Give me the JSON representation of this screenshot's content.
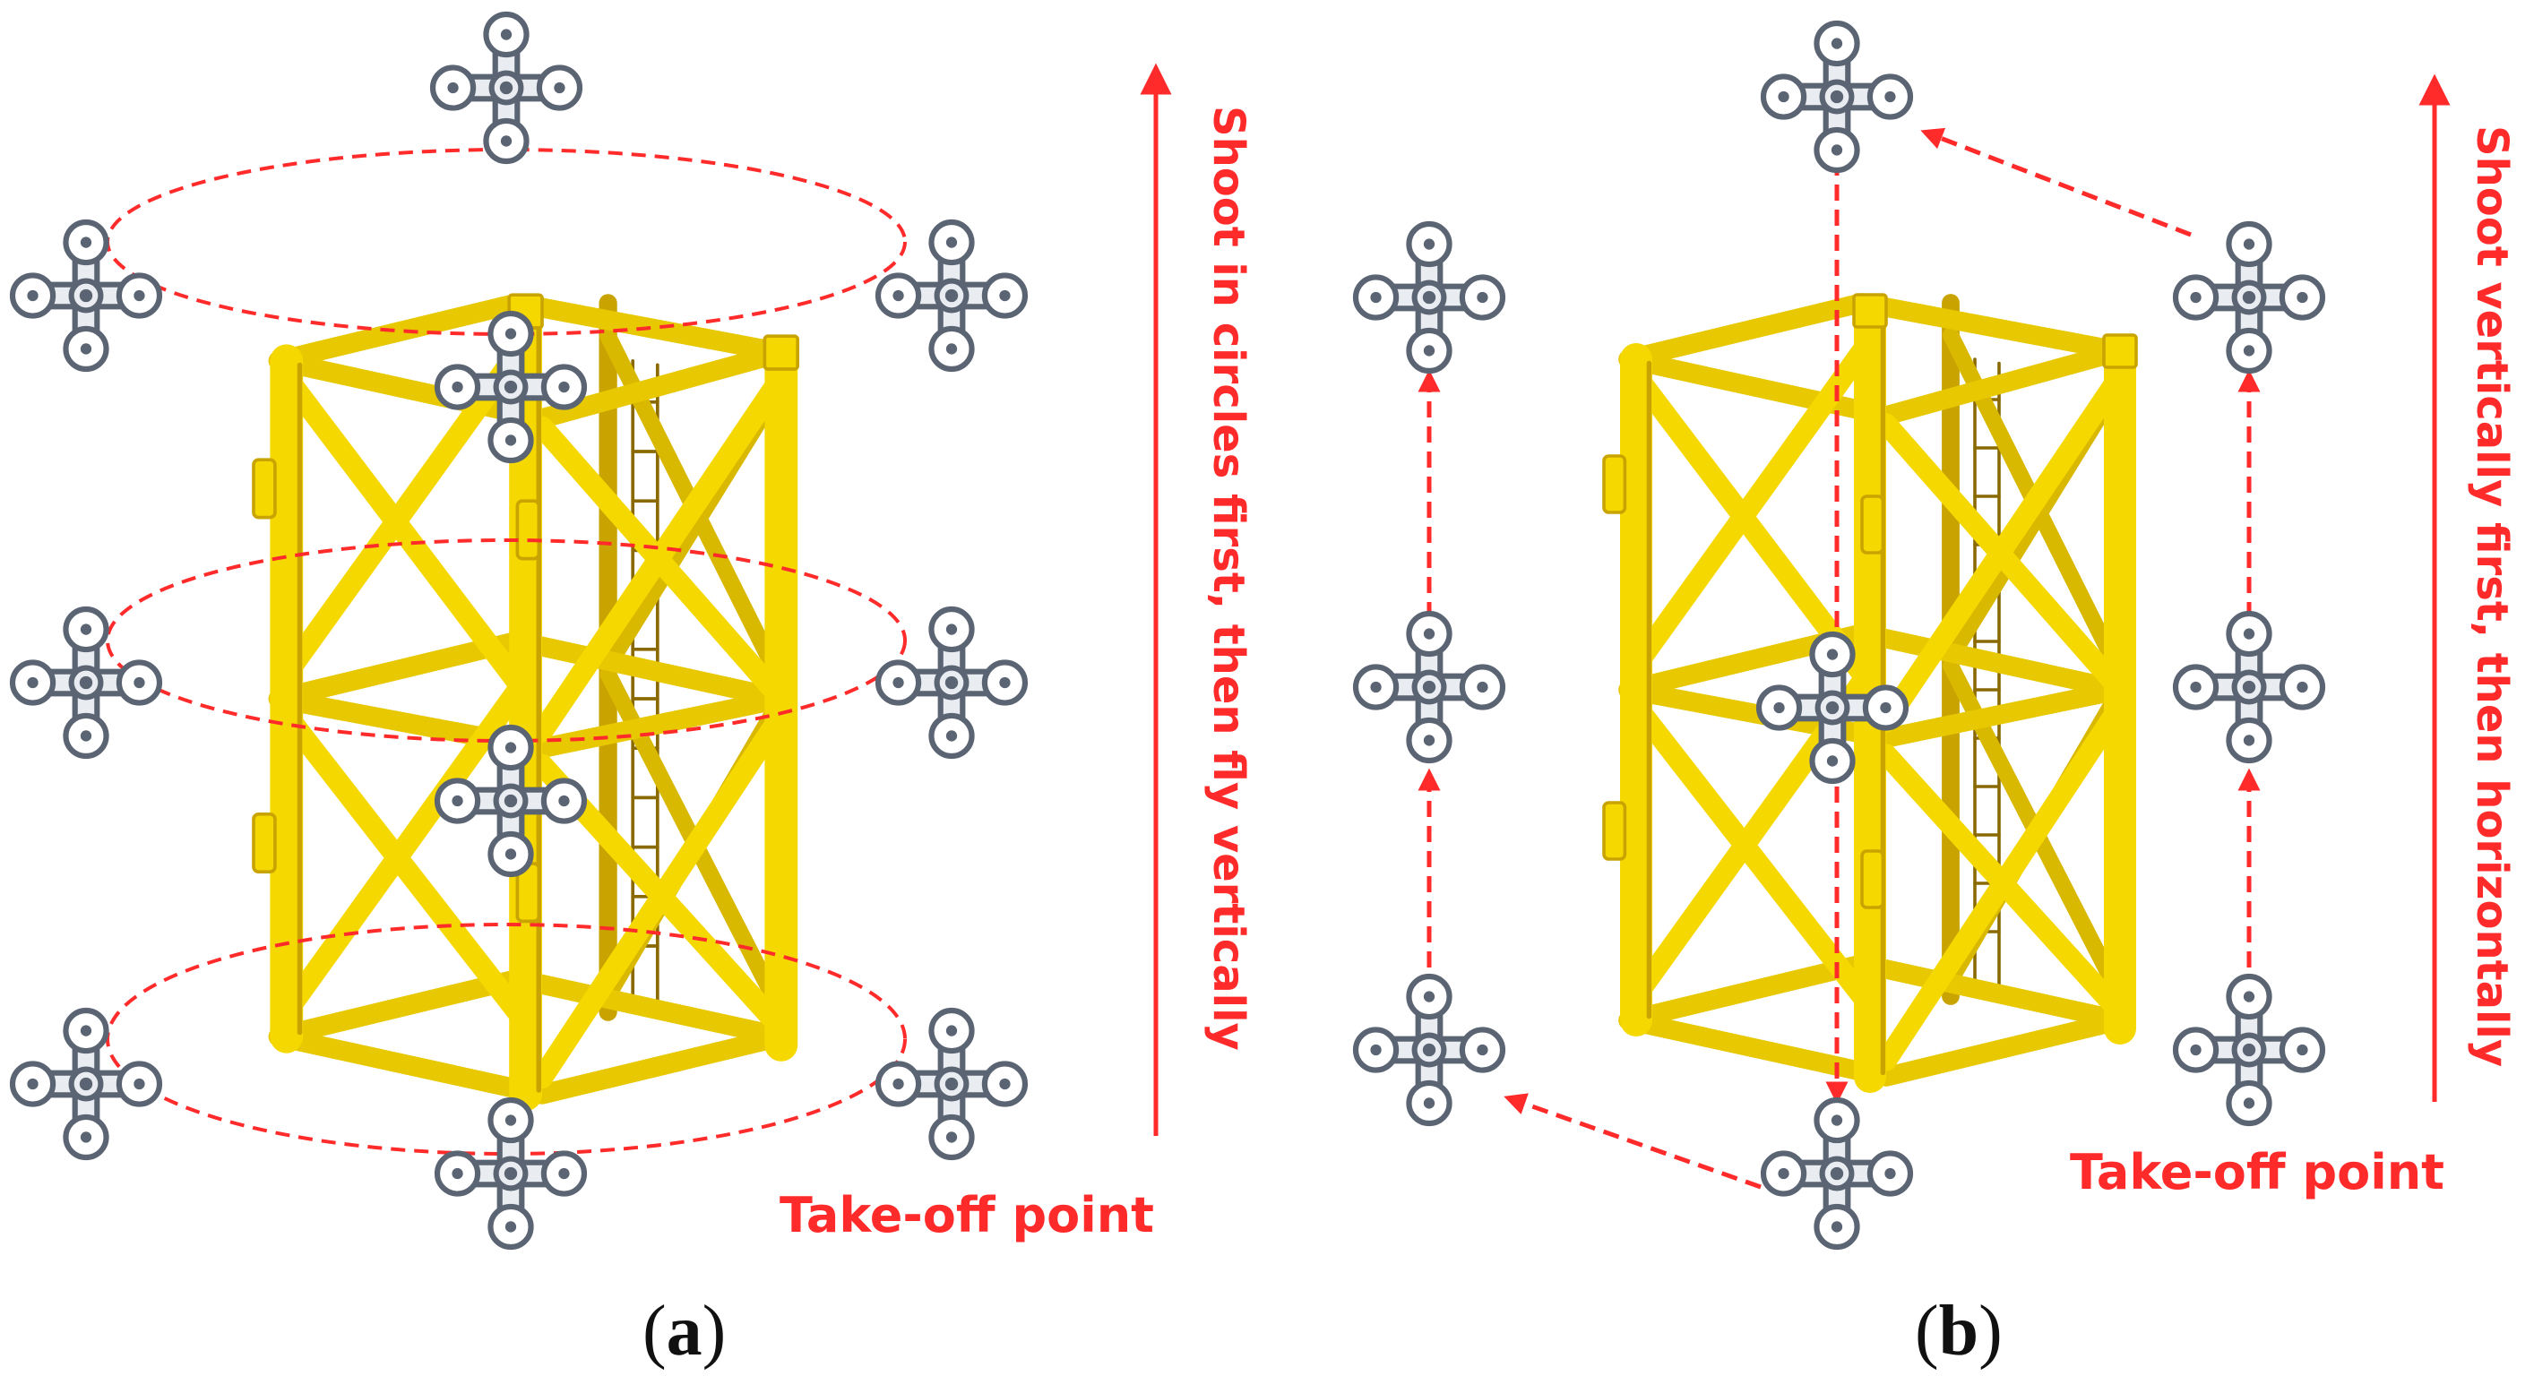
{
  "panels": [
    {
      "id": "a",
      "label": "a",
      "side_caption": "Shoot in circles first, then fly vertically",
      "takeoff_label": "Take-off point"
    },
    {
      "id": "b",
      "label": "b",
      "side_caption": "Shoot vertically first, then horizontally",
      "takeoff_label": "Take-off point"
    }
  ],
  "colors": {
    "frame": "#f5d800",
    "frame_dark": "#c9a400",
    "frame_shadow": "#8a6a00",
    "path": "#ff2a2a",
    "drone": "#5a6473",
    "drone_fill": "#e9ecf0"
  },
  "icons": {
    "drone": "quadcopter-icon",
    "tower": "tower-crane-section"
  }
}
